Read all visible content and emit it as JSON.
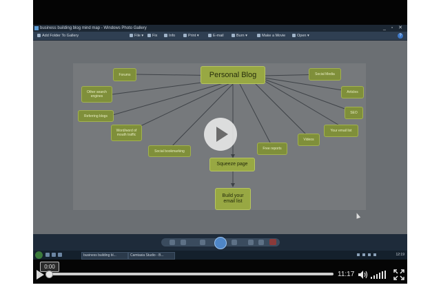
{
  "window": {
    "title": "business building blog mind map - Windows Photo Gallery",
    "controls": [
      "_",
      "▫",
      "✕"
    ]
  },
  "menu": {
    "items": [
      "Add Folder To Gallery",
      "File ▾",
      "Fix",
      "Info",
      "Print ▾",
      "E-mail",
      "Burn ▾",
      "Make a Movie",
      "Open ▾"
    ],
    "help": "?"
  },
  "mindmap": {
    "central": "Personal Blog",
    "squeeze": "Squeeze page",
    "build": "Build your email list",
    "branches": {
      "forums": "Forums",
      "other_search": "Other search engines",
      "referring": "Referring blogs",
      "word_of_mouth": "Word/word of mouth traffic",
      "social_bookmarking": "Social bookmarking",
      "free_reports": "Free reports",
      "videos": "Videos",
      "your_email": "Your email list",
      "seo": "SEO",
      "articles": "Articles",
      "social_media": "Social Media"
    }
  },
  "taskbar": {
    "items": [
      "business building bl...",
      "Camtasia Studio - B..."
    ],
    "clock": "12:19"
  },
  "player": {
    "current_time": "0:00",
    "duration": "11:17",
    "progress": 0.0
  }
}
